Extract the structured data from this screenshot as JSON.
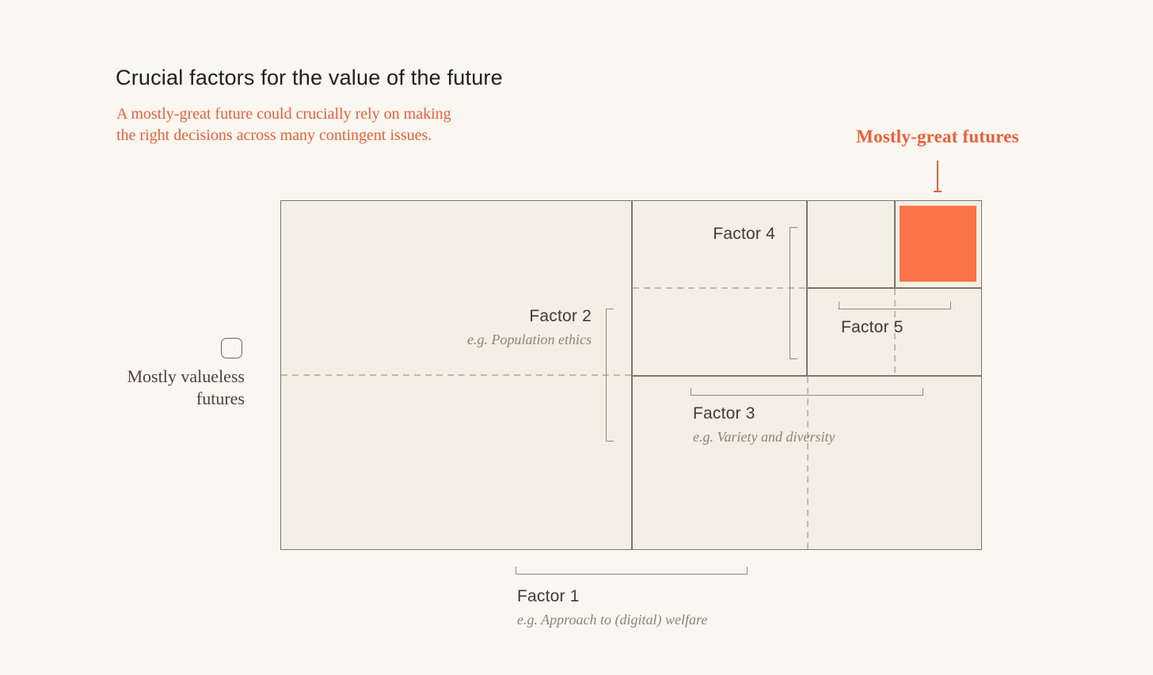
{
  "header": {
    "title": "Crucial factors for the value of the future",
    "subtitle_line1": "A mostly-great future could crucially rely on making",
    "subtitle_line2": "the right decisions across many contingent issues."
  },
  "annotations": {
    "great_futures_label": "Mostly-great futures",
    "valueless_line1": "Mostly valueless",
    "valueless_line2": "futures"
  },
  "factors": [
    {
      "label": "Factor 1",
      "example": "e.g. Approach to (digital) welfare"
    },
    {
      "label": "Factor 2",
      "example": "e.g. Population ethics"
    },
    {
      "label": "Factor 3",
      "example": "e.g. Variety and diversity"
    },
    {
      "label": "Factor 4",
      "example": ""
    },
    {
      "label": "Factor 5",
      "example": ""
    }
  ],
  "colors": {
    "page_background": "#FAF7F0",
    "frame_background": "#F3EFE4",
    "solid_line": "#7E7568",
    "dashed_line": "#C1B8AA",
    "bracket": "#938A7B",
    "accent_orange_fill": "#FB7348",
    "accent_orange_text": "#EB5F38",
    "title_text": "#21201C",
    "factor_label_text": "#3F3B34",
    "example_text": "#8C8375"
  }
}
